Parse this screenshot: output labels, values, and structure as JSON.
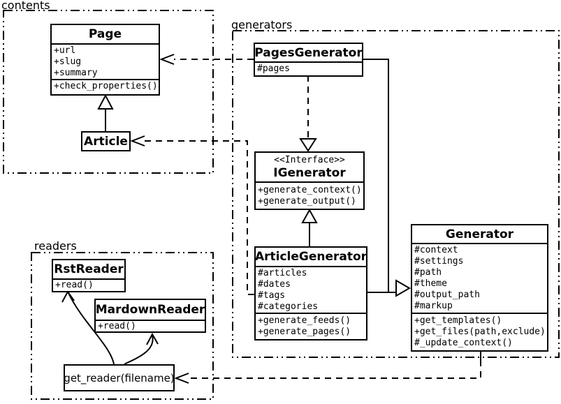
{
  "diagram_title": "UML class diagram of a static site generator (Pelican-style)",
  "packages": {
    "contents": {
      "label": "contents"
    },
    "generators": {
      "label": "generators"
    },
    "readers": {
      "label": "readers"
    }
  },
  "classes": {
    "page": {
      "title": "Page",
      "attributes": [
        "+url",
        "+slug",
        "+summary"
      ],
      "methods": [
        "+check_properties()"
      ]
    },
    "article": {
      "title": "Article"
    },
    "pages_generator": {
      "title": "PagesGenerator",
      "attributes": [
        "#pages"
      ]
    },
    "igenerator": {
      "stereotype": "<<Interface>>",
      "title": "IGenerator",
      "methods": [
        "+generate_context()",
        "+generate_output()"
      ]
    },
    "article_generator": {
      "title": "ArticleGenerator",
      "attributes": [
        "#articles",
        "#dates",
        "#tags",
        "#categories"
      ],
      "methods": [
        "+generate_feeds()",
        "+generate_pages()"
      ]
    },
    "generator": {
      "title": "Generator",
      "attributes": [
        "#context",
        "#settings",
        "#path",
        "#theme",
        "#output_path",
        "#markup"
      ],
      "methods": [
        "+get_templates()",
        "+get_files(path,exclude)",
        "#_update_context()"
      ]
    },
    "rst_reader": {
      "title": "RstReader",
      "methods": [
        "+read()"
      ]
    },
    "mardown_reader": {
      "title": "MardownReader",
      "methods": [
        "+read()"
      ]
    },
    "get_reader": {
      "title": "get_reader(filename)"
    }
  },
  "colors": {
    "line": "#000000",
    "background": "#ffffff",
    "text": "#000000"
  }
}
